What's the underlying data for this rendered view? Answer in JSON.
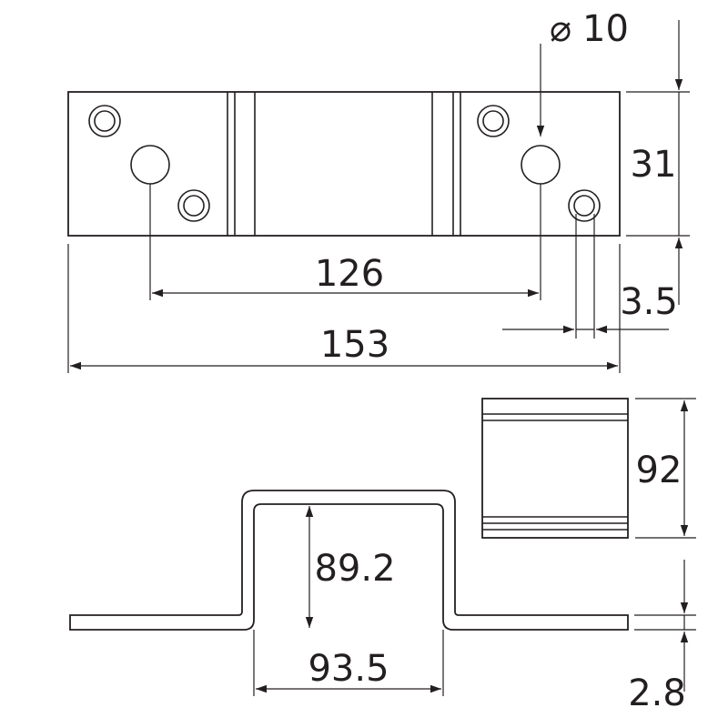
{
  "dimensions": {
    "hole_diameter": "10",
    "hole_pitch": "126",
    "overall_length": "153",
    "plate_width": "31",
    "small_hole_width": "3.5",
    "side_height": "92",
    "bend_height": "89.2",
    "bend_inner_width": "93.5",
    "thickness": "2.8"
  },
  "symbols": {
    "diameter": "⌀"
  }
}
